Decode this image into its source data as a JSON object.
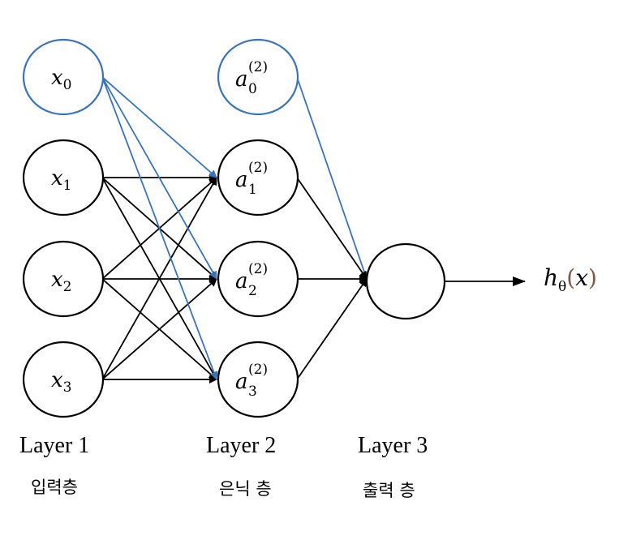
{
  "colors": {
    "node_stroke": "#000000",
    "bias_stroke": "#3a73b8",
    "edge_black": "#000000",
    "edge_blue": "#3a73b8"
  },
  "nodes": {
    "x0": {
      "base": "x",
      "sub": "0"
    },
    "x1": {
      "base": "x",
      "sub": "1"
    },
    "x2": {
      "base": "x",
      "sub": "2"
    },
    "x3": {
      "base": "x",
      "sub": "3"
    },
    "a0": {
      "base": "a",
      "sup": "(2)",
      "sub": "0"
    },
    "a1": {
      "base": "a",
      "sup": "(2)",
      "sub": "1"
    },
    "a2": {
      "base": "a",
      "sup": "(2)",
      "sub": "2"
    },
    "a3": {
      "base": "a",
      "sup": "(2)",
      "sub": "3"
    }
  },
  "output": {
    "base": "h",
    "sub": "θ",
    "open": "(",
    "arg": "x",
    "close": ")"
  },
  "layers": [
    {
      "title": "Layer 1",
      "korean": "입력층"
    },
    {
      "title": "Layer 2",
      "korean": "은닉 층"
    },
    {
      "title": "Layer 3",
      "korean": "출력 층"
    }
  ]
}
